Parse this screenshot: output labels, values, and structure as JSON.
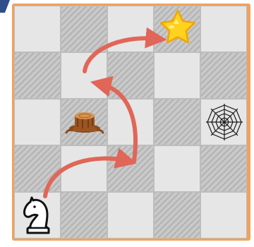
{
  "board": {
    "rows": 5,
    "cols": 5,
    "pattern": "checkerboard",
    "colors": {
      "frame": "#f0a25e",
      "light": "#e6e6e6",
      "dark": "#c9c9c9",
      "path": "#e06658"
    }
  },
  "pieces": [
    {
      "type": "knight",
      "icon": "knight-icon",
      "row": 5,
      "col": 1
    },
    {
      "type": "star",
      "icon": "star-icon",
      "row": 1,
      "col": 4
    },
    {
      "type": "stump",
      "icon": "tree-stump-icon",
      "row": 3,
      "col": 2
    },
    {
      "type": "spider-web",
      "icon": "spider-web-icon",
      "row": 3,
      "col": 5
    }
  ],
  "path": {
    "moves": [
      {
        "from": [
          5,
          1
        ],
        "to": [
          4,
          3
        ]
      },
      {
        "from": [
          4,
          3
        ],
        "to": [
          2,
          2
        ]
      },
      {
        "from": [
          2,
          2
        ],
        "to": [
          1,
          4
        ]
      }
    ]
  }
}
